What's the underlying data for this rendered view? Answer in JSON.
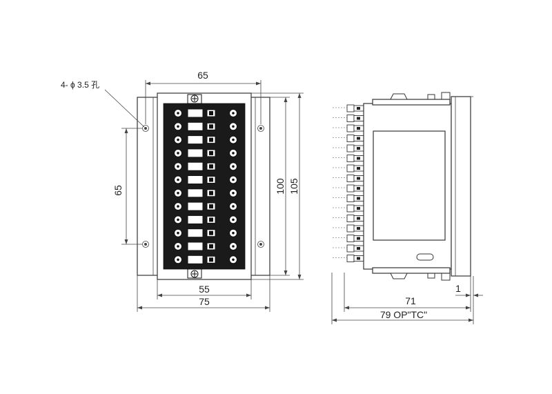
{
  "front_view": {
    "mount_hole_note": "4- ϕ 3.5 孔",
    "dim_top": "65",
    "dim_left": "65",
    "dim_right_inner": "100",
    "dim_right_outer": "105",
    "dim_bottom_inner": "55",
    "dim_bottom_outer": "75"
  },
  "side_view": {
    "dim_body_depth": "71",
    "dim_bezel": "1",
    "dim_total_depth": "79 OP\"TC\""
  }
}
